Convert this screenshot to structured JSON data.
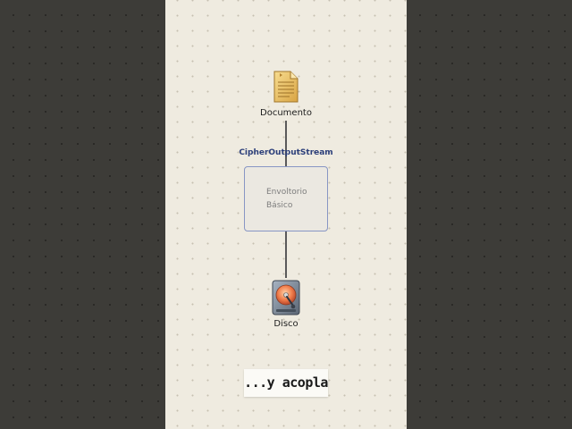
{
  "diagram": {
    "source_node": {
      "label": "Documento",
      "icon": "document-icon"
    },
    "stream": {
      "title": "CipherOutputStream",
      "wrapper_line1": "Envoltorio",
      "wrapper_line2": "Básico"
    },
    "target_node": {
      "label": "Disco",
      "icon": "hard-disk-icon"
    },
    "caption": "...y acopla"
  },
  "colors": {
    "background": "#3e3d39",
    "canvas": "#efebe0",
    "stream_title": "#2c3f7a",
    "box_border": "#8896c4",
    "connector": "#5a5a5a"
  }
}
